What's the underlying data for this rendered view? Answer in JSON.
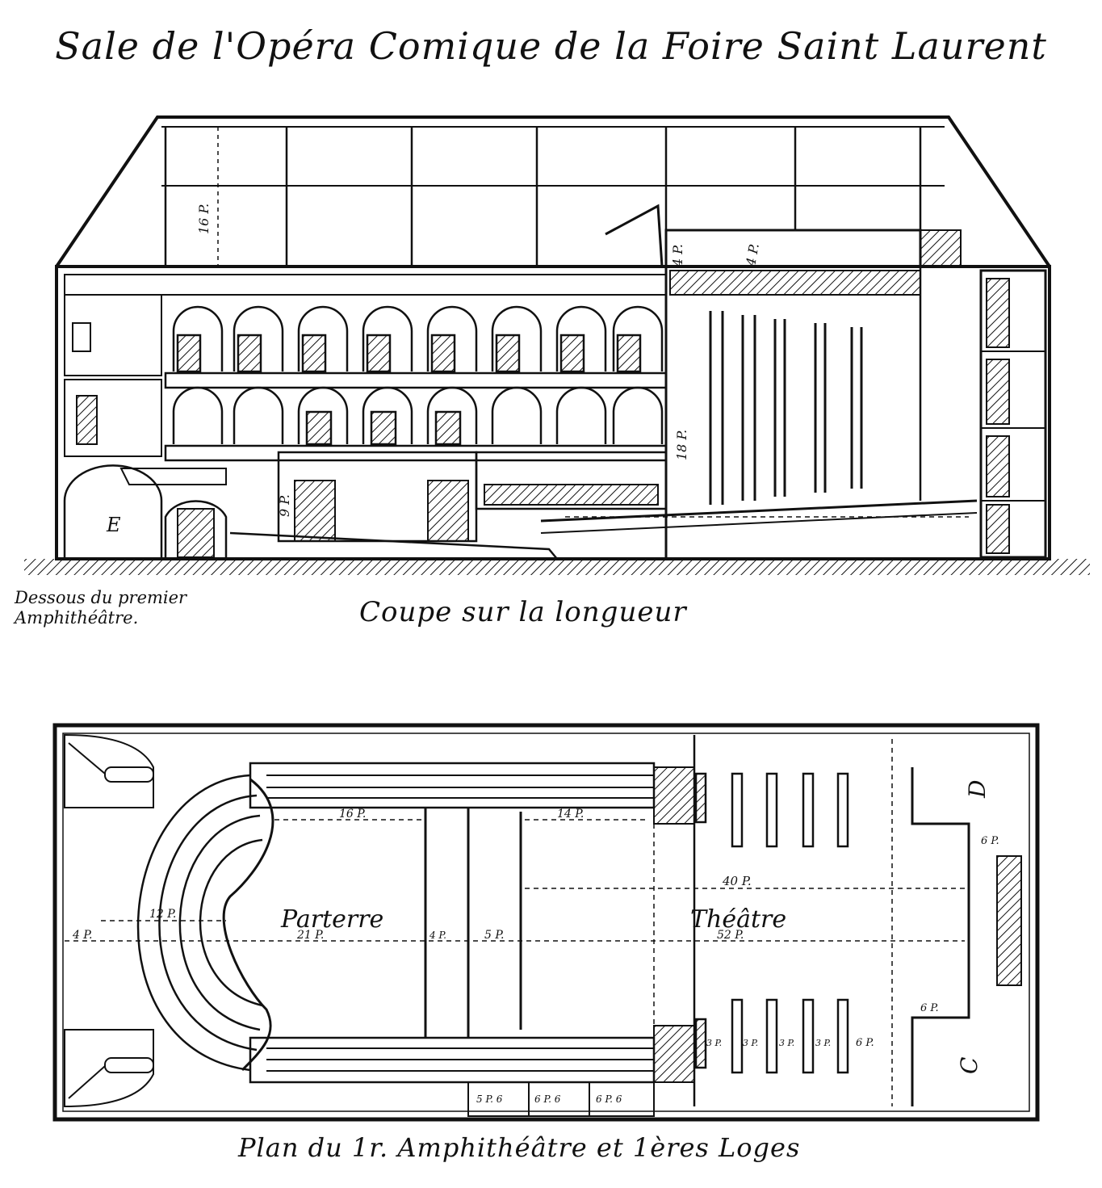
{
  "title": "Sale de l'Opéra Comique de la Foire Saint Laurent",
  "section": {
    "caption": "Coupe sur la longueur",
    "under_label_line1": "Dessous du premier",
    "under_label_line2": "Amphithéâtre.",
    "letter_e": "E",
    "dims": {
      "d1": "16 P.",
      "d2": "4 P.",
      "d3": "4 P.",
      "d4": "18 P.",
      "d5": "9 P."
    }
  },
  "plan": {
    "caption": "Plan du 1r. Amphithéâtre et 1ères Loges",
    "parterre": "Parterre",
    "theatre": "Théâtre",
    "letter_d": "D",
    "letter_c": "C",
    "dims": {
      "p16": "16 P.",
      "p14": "14 P.",
      "p40": "40 P.",
      "p12": "12 P.",
      "p4": "4 P.",
      "p21": "21 P.",
      "p4b": "4 P.",
      "p5": "5 P.",
      "p52": "52 P.",
      "p6a": "6 P.",
      "p6b": "6 P.",
      "p6c": "6 P.",
      "p56": "5 P. 6",
      "p66a": "6 P. 6",
      "p66b": "6 P. 6",
      "p3a": "3 P.",
      "p3b": "3 P.",
      "p3c": "3 P.",
      "p3d": "3 P."
    }
  },
  "colors": {
    "ink": "#111111",
    "paper": "#ffffff"
  }
}
